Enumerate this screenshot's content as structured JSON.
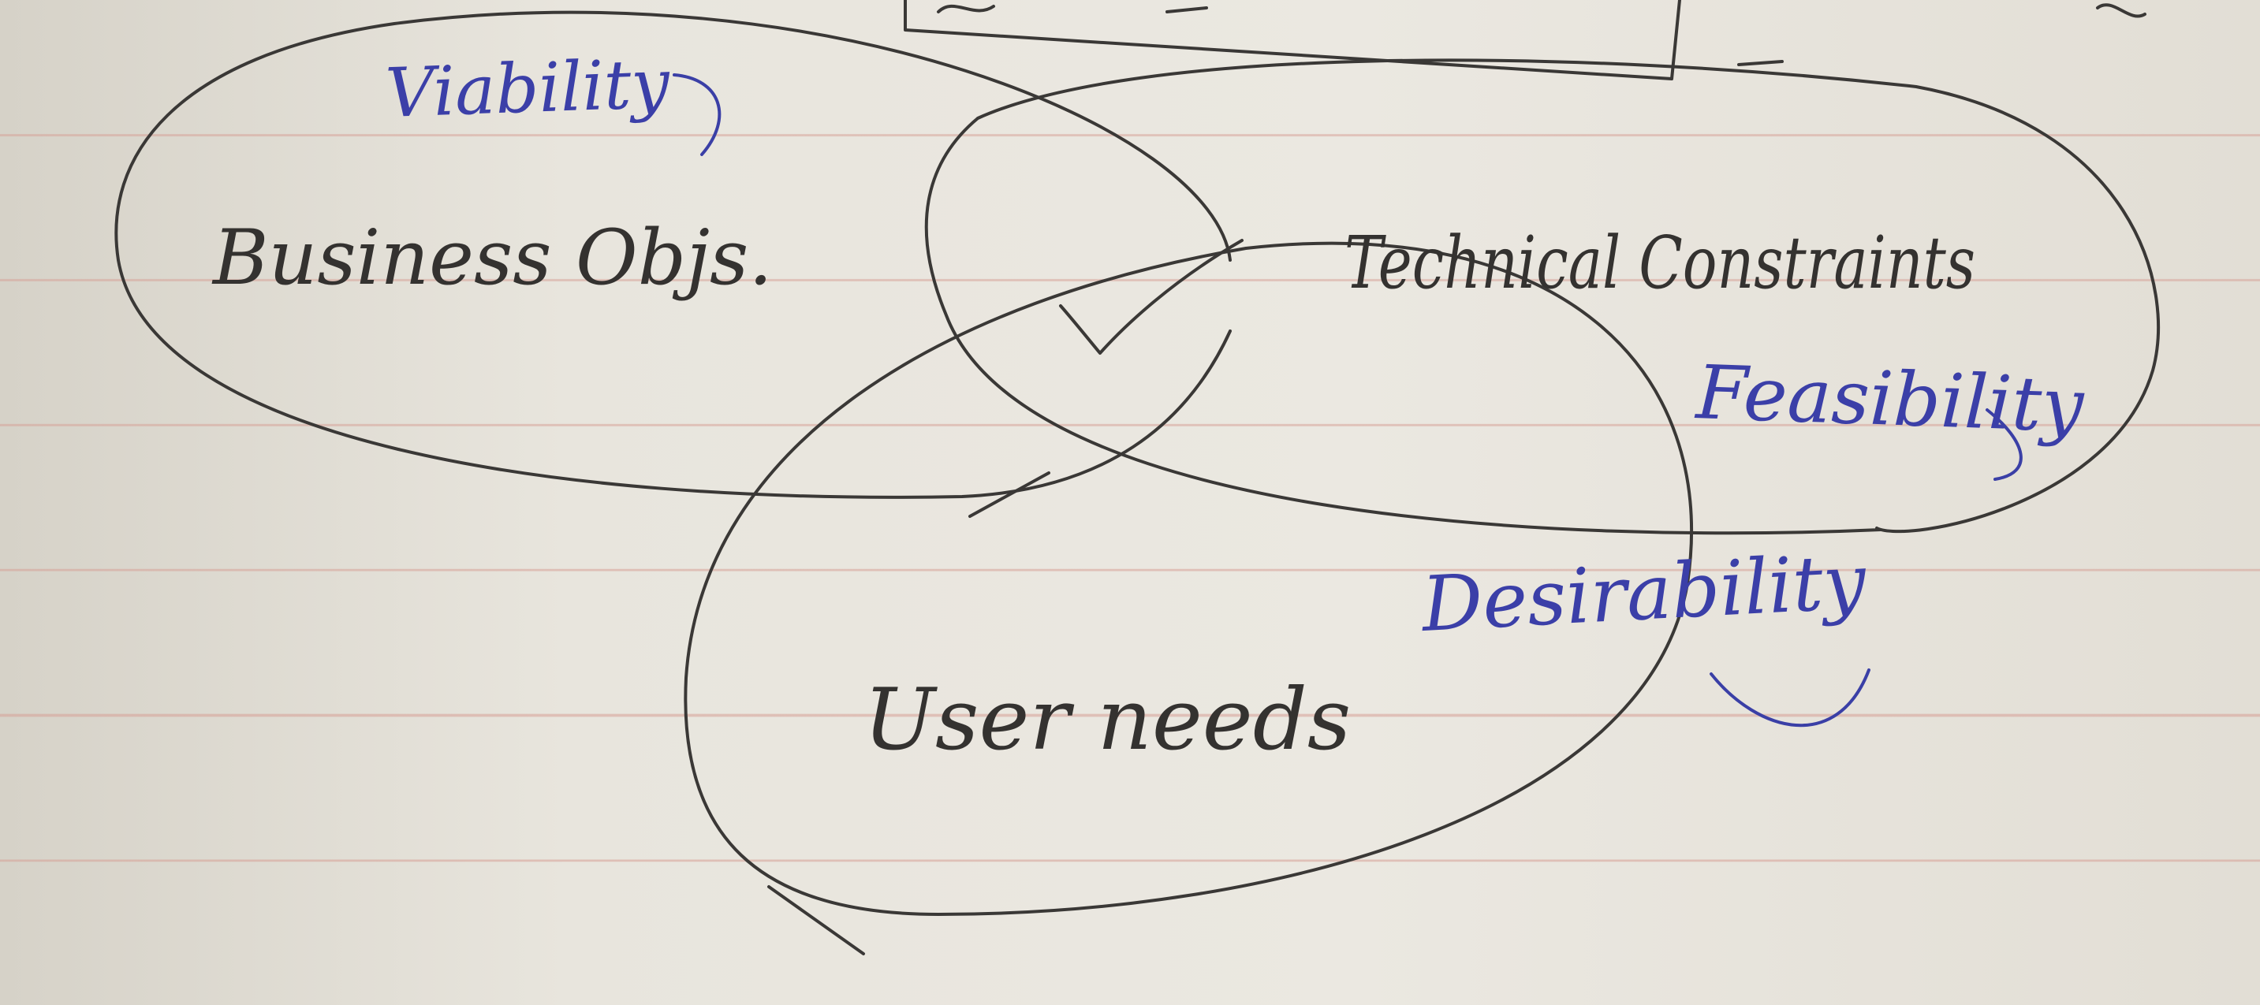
{
  "circles": [
    {
      "id": "viability",
      "category": "Viability",
      "content": "Business Objs."
    },
    {
      "id": "feasibility",
      "category": "Feasibility",
      "content": "Technical Constraints"
    },
    {
      "id": "desirability",
      "category": "Desirability",
      "content": "User needs"
    }
  ],
  "center_mark": "✓",
  "colors": {
    "ink": "#3a3836",
    "blue_ink": "#3a3fa6",
    "paper": "#e2ded5",
    "rule_line": "#d6a096"
  }
}
